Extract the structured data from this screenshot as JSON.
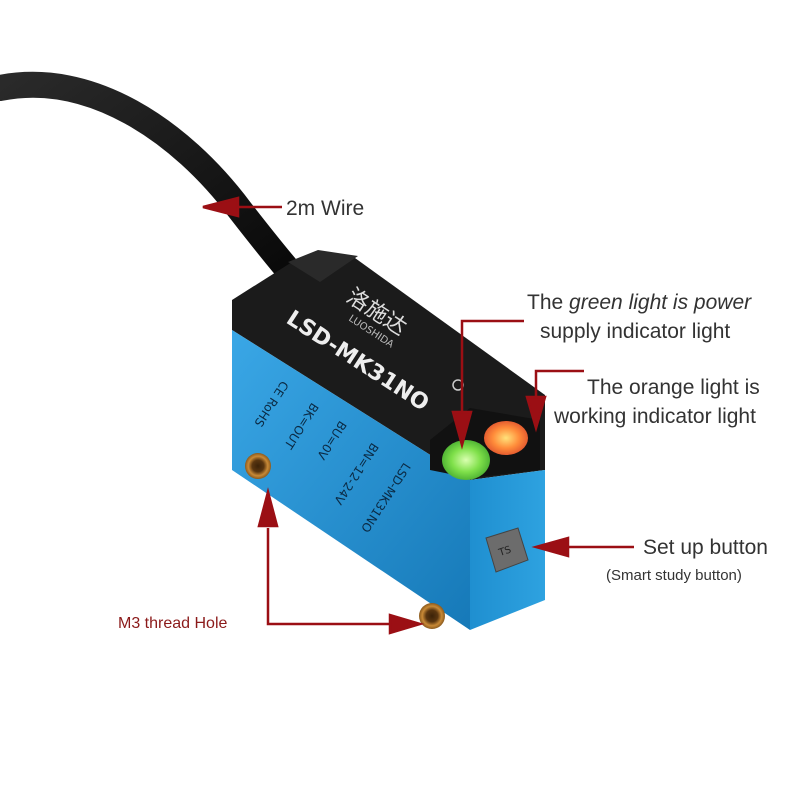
{
  "colors": {
    "label_text": "#333333",
    "thread_label": "#8b1a1a",
    "arrow": "#9b0f14",
    "body_blue": "#1f8fd0",
    "cap_black": "#1b1b1b",
    "led_green": "#7fe04a",
    "led_orange": "#ff8c3a"
  },
  "device": {
    "model": "LSD-MK31NO",
    "brand_cn": "洛施达",
    "brand_en": "LUOSHIDA",
    "side_model": "LSD-MK31NO",
    "spec_bn": "BN=12-24V",
    "spec_bu": "BU=0V",
    "spec_bk": "BK=OUT",
    "cert": "CE RoHS",
    "button_marking": "TS"
  },
  "annotations": {
    "wire": "2m Wire",
    "green_pre": "The ",
    "green_italic": "green light is power",
    "green_line2": "supply indicator light",
    "orange_line1": "The orange light is",
    "orange_line2": "working indicator light",
    "setup": "Set up button",
    "smart": "(Smart study button)",
    "thread": "M3 thread Hole"
  }
}
